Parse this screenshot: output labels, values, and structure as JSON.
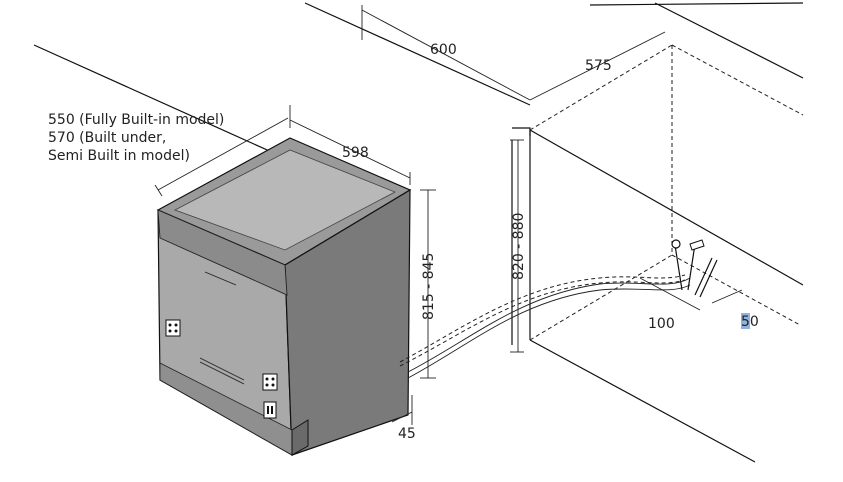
{
  "depth_label": {
    "line1": "550 (Fully Built-in model)",
    "line2": "570 (Built under,",
    "line3": "Semi Built in model)"
  },
  "dimensions": {
    "appliance_width": "598",
    "niche_width": "600",
    "niche_depth": "575",
    "appliance_height": "815 - 845",
    "niche_height": "820 - 880",
    "plinth_gap": "45",
    "connection_offset": "100",
    "connection_from_wall": "50"
  }
}
